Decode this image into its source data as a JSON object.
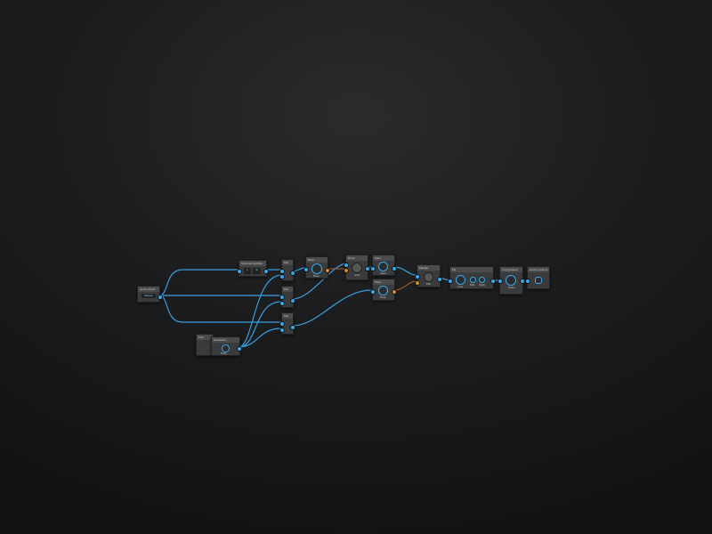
{
  "graph": {
    "nodes": [
      {
        "id": "input",
        "title": "Audio Input",
        "value": "Stereo"
      },
      {
        "id": "splitter",
        "title": "Channel Splitter",
        "left": "L",
        "right": "R"
      },
      {
        "id": "mix1",
        "title": "Mix"
      },
      {
        "id": "mix2",
        "title": "Mix"
      },
      {
        "id": "mix3",
        "title": "Mix"
      },
      {
        "id": "lfo",
        "title": "LFO"
      },
      {
        "id": "osc",
        "title": "Oscillator",
        "value": "Freq"
      },
      {
        "id": "filter1",
        "title": "Filter",
        "value": "Freq"
      },
      {
        "id": "drive",
        "title": "Drive",
        "value": "Amt"
      },
      {
        "id": "gain1",
        "title": "Gain",
        "value": "Gain"
      },
      {
        "id": "filter2",
        "title": "Filter",
        "value": "Freq"
      },
      {
        "id": "merger",
        "title": "Merger",
        "value": "Mix"
      },
      {
        "id": "eq",
        "title": "EQ",
        "values": [
          "Low",
          "Mid",
          "High"
        ]
      },
      {
        "id": "compressor",
        "title": "Compressor",
        "value": "Ratio"
      },
      {
        "id": "output",
        "title": "Audio Output"
      }
    ]
  },
  "colors": {
    "cable": "#3aa8e8",
    "cable_mod": "#c07030",
    "node": "#3a3b3d",
    "accent": "#3aa8e8"
  }
}
